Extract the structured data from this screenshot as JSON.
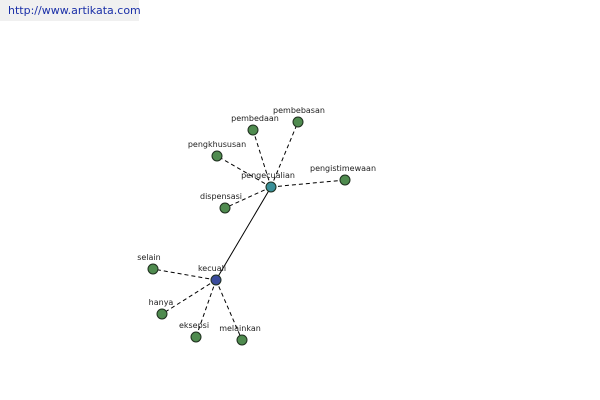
{
  "header": {
    "url": "http://www.artikata.com"
  },
  "graph": {
    "colors": {
      "center": "#3a4b9c",
      "hub": "#3a8f98",
      "leaf": "#4f8b4f"
    },
    "nodes": [
      {
        "id": "kecuali",
        "label": "kecuali",
        "kind": "center"
      },
      {
        "id": "pengecualian",
        "label": "pengecualian",
        "kind": "hub"
      },
      {
        "id": "pembebasan",
        "label": "pembebasan",
        "kind": "leaf"
      },
      {
        "id": "pembedaan",
        "label": "pembedaan",
        "kind": "leaf"
      },
      {
        "id": "pengkhususan",
        "label": "pengkhususan",
        "kind": "leaf"
      },
      {
        "id": "pengistimewaan",
        "label": "pengistimewaan",
        "kind": "leaf"
      },
      {
        "id": "dispensasi",
        "label": "dispensasi",
        "kind": "leaf"
      },
      {
        "id": "selain",
        "label": "selain",
        "kind": "leaf"
      },
      {
        "id": "hanya",
        "label": "hanya",
        "kind": "leaf"
      },
      {
        "id": "eksepsi",
        "label": "eksepsi",
        "kind": "leaf"
      },
      {
        "id": "melainkan",
        "label": "melainkan",
        "kind": "leaf"
      }
    ],
    "edges": [
      {
        "from": "kecuali",
        "to": "pengecualian",
        "style": "solid"
      },
      {
        "from": "pengecualian",
        "to": "pembebasan",
        "style": "dashed"
      },
      {
        "from": "pengecualian",
        "to": "pembedaan",
        "style": "dashed"
      },
      {
        "from": "pengecualian",
        "to": "pengkhususan",
        "style": "dashed"
      },
      {
        "from": "pengecualian",
        "to": "pengistimewaan",
        "style": "dashed"
      },
      {
        "from": "pengecualian",
        "to": "dispensasi",
        "style": "dashed"
      },
      {
        "from": "kecuali",
        "to": "selain",
        "style": "dashed"
      },
      {
        "from": "kecuali",
        "to": "hanya",
        "style": "dashed"
      },
      {
        "from": "kecuali",
        "to": "eksepsi",
        "style": "dashed"
      },
      {
        "from": "kecuali",
        "to": "melainkan",
        "style": "dashed"
      }
    ]
  }
}
